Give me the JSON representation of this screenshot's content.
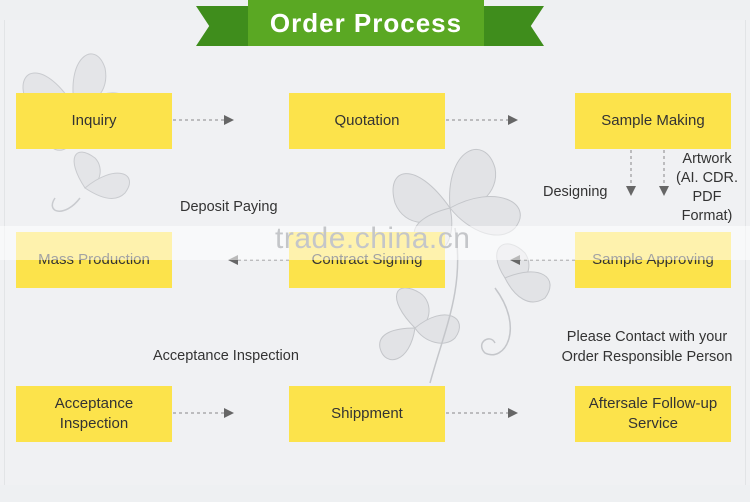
{
  "header": {
    "title": "Order Process"
  },
  "watermark": "trade.china.cn",
  "steps": {
    "inquiry": "Inquiry",
    "quotation": "Quotation",
    "sample_making": "Sample Making",
    "mass_production": "Mass Production",
    "contract_signing": "Contract Signing",
    "sample_approving": "Sample Approving",
    "acceptance_inspection_line1": "Acceptance",
    "acceptance_inspection_line2": "Inspection",
    "shippment": "Shippment",
    "aftersale_line1": "Aftersale Follow-up",
    "aftersale_line2": "Service"
  },
  "annotations": {
    "deposit_paying": "Deposit Paying",
    "designing": "Designing",
    "artwork_line1": "Artwork",
    "artwork_line2": "(AI. CDR.",
    "artwork_line3": "PDF",
    "artwork_line4": "Format)",
    "acceptance_inspection": "Acceptance Inspection",
    "contact_line1": "Please Contact with your",
    "contact_line2": "Order Responsible Person"
  },
  "colors": {
    "banner_green": "#5aa823",
    "ribbon_green": "#3f8d1c",
    "box_yellow": "#fce34b",
    "connector_gray": "#888888"
  }
}
